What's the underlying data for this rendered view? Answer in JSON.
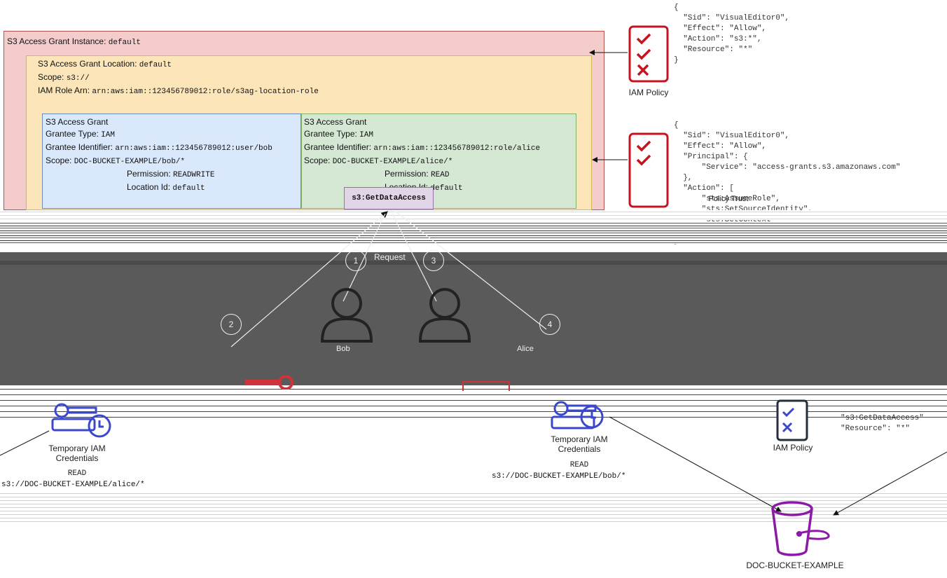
{
  "instance": {
    "label": "S3 Access Grant Instance:",
    "value": "default"
  },
  "location": {
    "title_label": "S3 Access Grant Location:",
    "title_value": "default",
    "scope_label": "Scope:",
    "scope_value": "s3://",
    "role_label": "IAM Role Arn:",
    "role_value": "arn:aws:iam::123456789012:role/s3ag-location-role"
  },
  "grant_bob": {
    "title": "S3 Access Grant",
    "type_label": "Grantee Type:",
    "type_value": "IAM",
    "id_label": "Grantee Identifier:",
    "id_value": "arn:aws:iam::123456789012:user/bob",
    "scope_label": "Scope:",
    "scope_value": "DOC-BUCKET-EXAMPLE/bob/*",
    "perm_label": "Permission:",
    "perm_value": "READWRITE",
    "loc_label": "Location Id:",
    "loc_value": "default"
  },
  "grant_alice": {
    "title": "S3 Access Grant",
    "type_label": "Grantee Type:",
    "type_value": "IAM",
    "id_label": "Grantee Identifier:",
    "id_value": "arn:aws:iam::123456789012:role/alice",
    "scope_label": "Scope:",
    "scope_value": "DOC-BUCKET-EXAMPLE/alice/*",
    "perm_label": "Permission:",
    "perm_value": "READ",
    "loc_label": "Location Id:",
    "loc_value": "default"
  },
  "get_data_access": "s3:GetDataAccess",
  "policy_top": {
    "caption": "IAM Policy",
    "json": "{\n  \"Sid\": \"VisualEditor0\",\n  \"Effect\": \"Allow\",\n  \"Action\": \"s3:*\",\n  \"Resource\": \"*\"\n}"
  },
  "policy_trust": {
    "caption": "Policy Trust",
    "json": "{\n  \"Sid\": \"VisualEditor0\",\n  \"Effect\": \"Allow\",\n  \"Principal\": {\n      \"Service\": \"access-grants.s3.amazonaws.com\"\n  },\n  \"Action\": [\n      \"sts:AssumeRole\",\n      \"sts:SetSourceIdentity\",\n      \"sts:SetContext\"\n  ]\n}"
  },
  "policy_right": {
    "caption": "IAM Policy",
    "json": "\"s3:GetDataAccess\"\n\"Resource\": \"*\""
  },
  "request_label": "Request",
  "steps": [
    "1",
    "2",
    "3",
    "4"
  ],
  "users": {
    "bob": "Bob",
    "alice": "Alice"
  },
  "creds_left": {
    "caption": "Temporary IAM Credentials",
    "perm": "READ",
    "path": "s3://DOC-BUCKET-EXAMPLE/alice/*"
  },
  "creds_mid": {
    "caption": "Temporary IAM Credentials",
    "perm": "READ",
    "path": "s3://DOC-BUCKET-EXAMPLE/bob/*"
  },
  "bucket": "DOC-BUCKET-EXAMPLE",
  "colors": {
    "instance_bg": "#f4cccc",
    "instance_border": "#b85450",
    "location_bg": "#fce5b8",
    "location_border": "#d6b656",
    "grant_bob_bg": "#dae8fc",
    "grant_bob_border": "#6c8ebf",
    "grant_alice_bg": "#d5e8d4",
    "grant_alice_border": "#82b366",
    "gda_bg": "#e1d5e7",
    "gda_border": "#9673a6",
    "policy_red": "#c7131f",
    "bucket_purple": "#8c1aa8",
    "cred_blue": "#3b48cc"
  }
}
